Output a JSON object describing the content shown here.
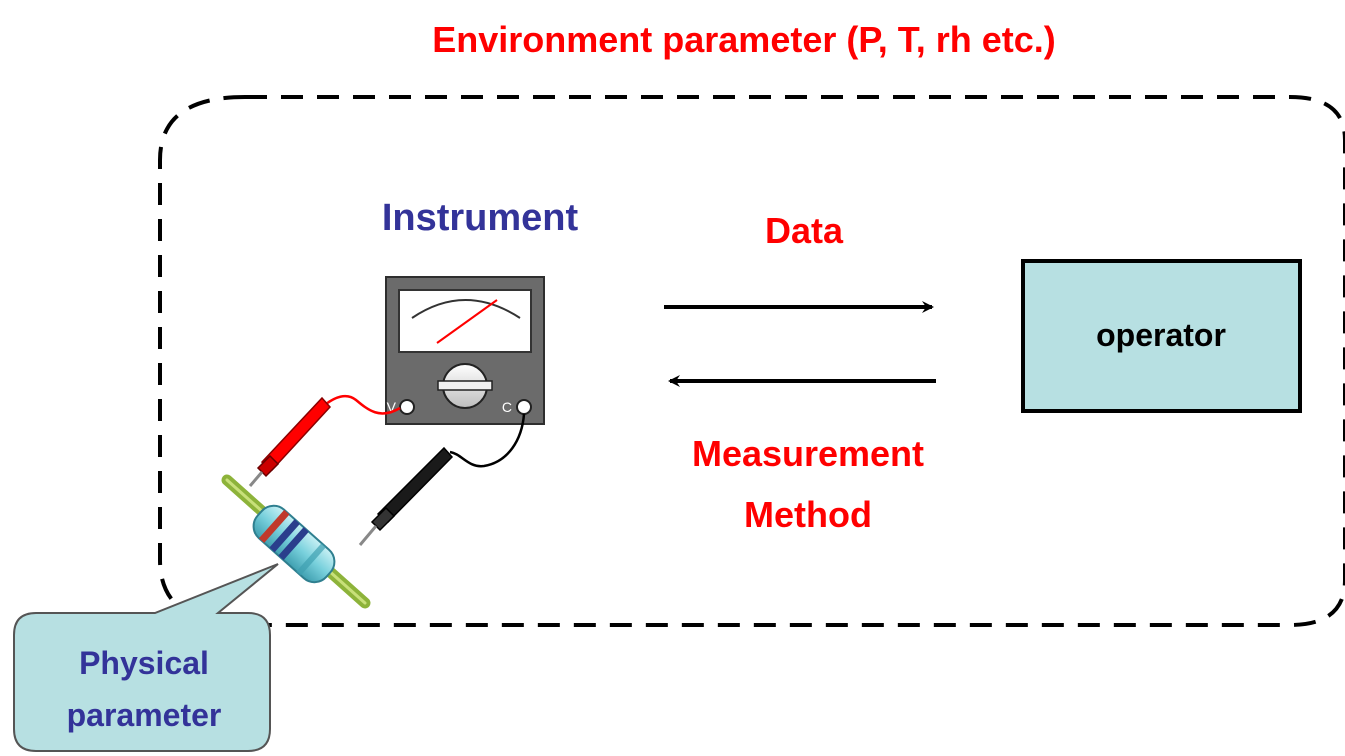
{
  "environment_label": "Environment parameter (P, T, rh etc.)",
  "instrument_label": "Instrument",
  "data_label": "Data",
  "method_label_line1": "Measurement",
  "method_label_line2": "Method",
  "operator_label": "operator",
  "physical_label_line1": "Physical",
  "physical_label_line2": "parameter",
  "meter_terminal_v": "V",
  "meter_terminal_c": "C",
  "colors": {
    "red_text": "#ff0000",
    "blue_text": "#333399",
    "operator_fill": "#b7e0e2",
    "callout_fill": "#b7e0e2",
    "meter_body": "#6b6b6b",
    "probe_red": "#ff0000",
    "probe_black": "#1a1a1a",
    "wire_green": "#8db33a",
    "resistor_body": "#78d0dc"
  },
  "icons": {
    "instrument": "analog-multimeter-icon",
    "component": "resistor-icon",
    "red_probe": "red-test-probe-icon",
    "black_probe": "black-test-probe-icon"
  }
}
